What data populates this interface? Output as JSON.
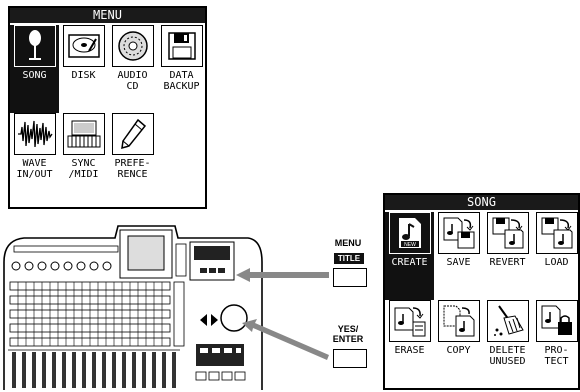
{
  "menu_screen": {
    "title": "MENU",
    "items": [
      {
        "label": "SONG",
        "icon": "microphone-icon",
        "selected": true
      },
      {
        "label": "DISK",
        "icon": "hard-disk-icon",
        "selected": false
      },
      {
        "label": "AUDIO\nCD",
        "icon": "cd-icon",
        "selected": false
      },
      {
        "label": "DATA\nBACKUP",
        "icon": "floppy-disk-icon",
        "selected": false
      },
      {
        "label": "WAVE\nIN/OUT",
        "icon": "waveform-icon",
        "selected": false
      },
      {
        "label": "SYNC\n/MIDI",
        "icon": "keyboard-icon",
        "selected": false
      },
      {
        "label": "PREFE-\nRENCE",
        "icon": "pen-icon",
        "selected": false
      }
    ]
  },
  "song_screen": {
    "title": "SONG",
    "items": [
      {
        "label": "CREATE",
        "icon": "new-song-icon",
        "selected": true
      },
      {
        "label": "SAVE",
        "icon": "save-song-icon",
        "selected": false
      },
      {
        "label": "REVERT",
        "icon": "revert-song-icon",
        "selected": false
      },
      {
        "label": "LOAD",
        "icon": "load-song-icon",
        "selected": false
      },
      {
        "label": "ERASE",
        "icon": "erase-song-icon",
        "selected": false
      },
      {
        "label": "COPY",
        "icon": "copy-song-icon",
        "selected": false
      },
      {
        "label": "DELETE\nUNUSED",
        "icon": "broom-icon",
        "selected": false
      },
      {
        "label": "PRO-\nTECT",
        "icon": "lock-song-icon",
        "selected": false
      }
    ]
  },
  "buttons": {
    "menu_label": "MENU",
    "title_tag": "TITLE",
    "yes_enter_label": "YES/\nENTER"
  },
  "colors": {
    "lcd_dark": "#1a1a1a",
    "arrow": "#888888"
  }
}
